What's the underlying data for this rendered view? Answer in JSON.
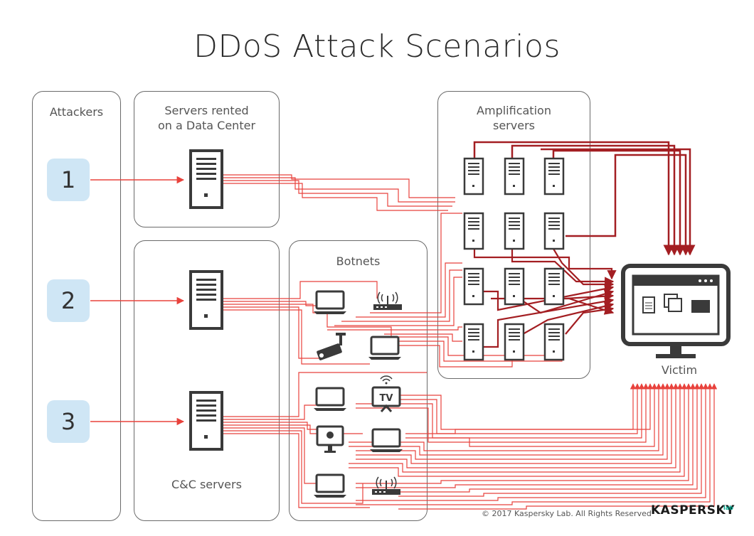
{
  "title": "DDoS Attack Scenarios",
  "panels": {
    "attackers": "Attackers",
    "datacenter": "Servers rented\non a Data Center",
    "cc": "C&C servers",
    "botnets": "Botnets",
    "amplification": "Amplification\nservers"
  },
  "attackers": [
    "1",
    "2",
    "3"
  ],
  "tv_label": "TV",
  "victim": "Victim",
  "copyright": "© 2017 Kaspersky Lab. All Rights Reserved",
  "logo": "KASPERSKY",
  "logo_sup": "lab",
  "colors": {
    "accent_red": "#e8423c",
    "dark_red": "#a31e22",
    "badge_blue": "#cfe6f5",
    "panel_border": "#6a6a6a",
    "logo_green": "#00a88e"
  },
  "icons": {
    "server": "server-icon",
    "laptop": "laptop-icon",
    "router": "router-icon",
    "camera": "camera-icon",
    "tv": "tv-icon",
    "imac": "imac-icon",
    "monitor": "monitor-icon"
  }
}
